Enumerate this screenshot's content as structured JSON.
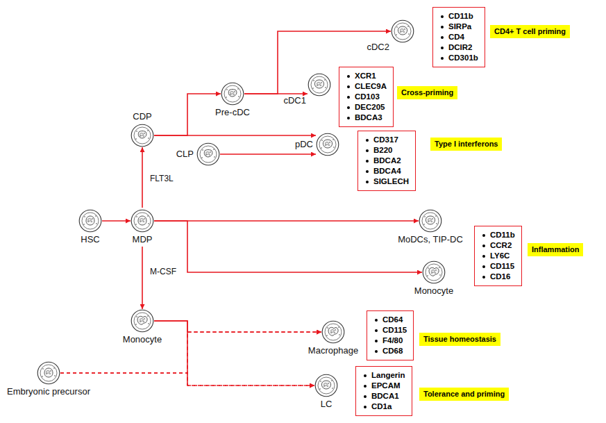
{
  "diagram": {
    "nodes": [
      {
        "text": [
          "cDC2"
        ]
      },
      {
        "text": [
          "CD11b",
          "SIRPa",
          "CD4",
          "DCIR2",
          "CD301b"
        ]
      },
      {
        "text": [
          "CD4+ T cell priming"
        ]
      },
      {
        "text": [
          "Pre-cDC"
        ]
      },
      {
        "text": [
          "cDC1"
        ]
      },
      {
        "text": [
          "XCR1",
          "CLEC9A",
          "CD103",
          "DEC205",
          "BDCA3"
        ]
      },
      {
        "text": [
          "Cross-priming"
        ]
      },
      {
        "text": [
          "CDP"
        ]
      },
      {
        "text": [
          "CLP"
        ]
      },
      {
        "text": [
          "pDC"
        ]
      },
      {
        "text": [
          "CD317",
          "B220",
          "BDCA2",
          "BDCA4",
          "SIGLECH"
        ]
      },
      {
        "text": [
          "Type I interferons"
        ]
      },
      {
        "text": [
          "HSC"
        ]
      },
      {
        "text": [
          "MDP"
        ]
      },
      {
        "text": [
          "MoDCs, TIP-DC"
        ]
      },
      {
        "text": [
          "CD11b",
          "CCR2",
          "LY6C",
          "CD115",
          "CD16"
        ]
      },
      {
        "text": [
          "Inflammation"
        ]
      },
      {
        "text": [
          "Monocyte"
        ]
      },
      {
        "text": [
          "Monocyte"
        ]
      },
      {
        "text": [
          "Macrophage"
        ]
      },
      {
        "text": [
          "CD64",
          "CD115",
          "F4/80",
          "CD68"
        ]
      },
      {
        "text": [
          "Tissue homeostasis"
        ]
      },
      {
        "text": [
          "Embryonic precursor"
        ]
      },
      {
        "text": [
          "LC"
        ]
      },
      {
        "text": [
          "Langerin",
          "EPCAM",
          "BDCA1",
          "CD1a"
        ]
      },
      {
        "text": [
          "Tolerance and priming"
        ]
      }
    ],
    "edges": [
      {
        "from": 12,
        "to": 13,
        "arrow": "to"
      },
      {
        "from": 13,
        "to": 7,
        "label": "FLT3L",
        "arrow": "to"
      },
      {
        "from": 13,
        "to": 18,
        "label": "M-CSF",
        "arrow": "to"
      },
      {
        "from": 7,
        "to": 3,
        "arrow": "to"
      },
      {
        "from": 7,
        "to": 9,
        "arrow": "to"
      },
      {
        "from": 8,
        "to": 9,
        "arrow": "to"
      },
      {
        "from": 3,
        "to": 0,
        "arrow": "to"
      },
      {
        "from": 3,
        "to": 4,
        "arrow": "to"
      },
      {
        "from": 13,
        "to": 14,
        "arrow": "to"
      },
      {
        "from": 13,
        "to": 17,
        "arrow": "to"
      },
      {
        "from": 18,
        "to": 19,
        "arrow": "to"
      },
      {
        "from": 18,
        "to": 23,
        "arrow": "to"
      },
      {
        "from": 22,
        "to": 19,
        "arrow": "to"
      },
      {
        "from": 22,
        "to": 23,
        "arrow": "to"
      }
    ]
  }
}
